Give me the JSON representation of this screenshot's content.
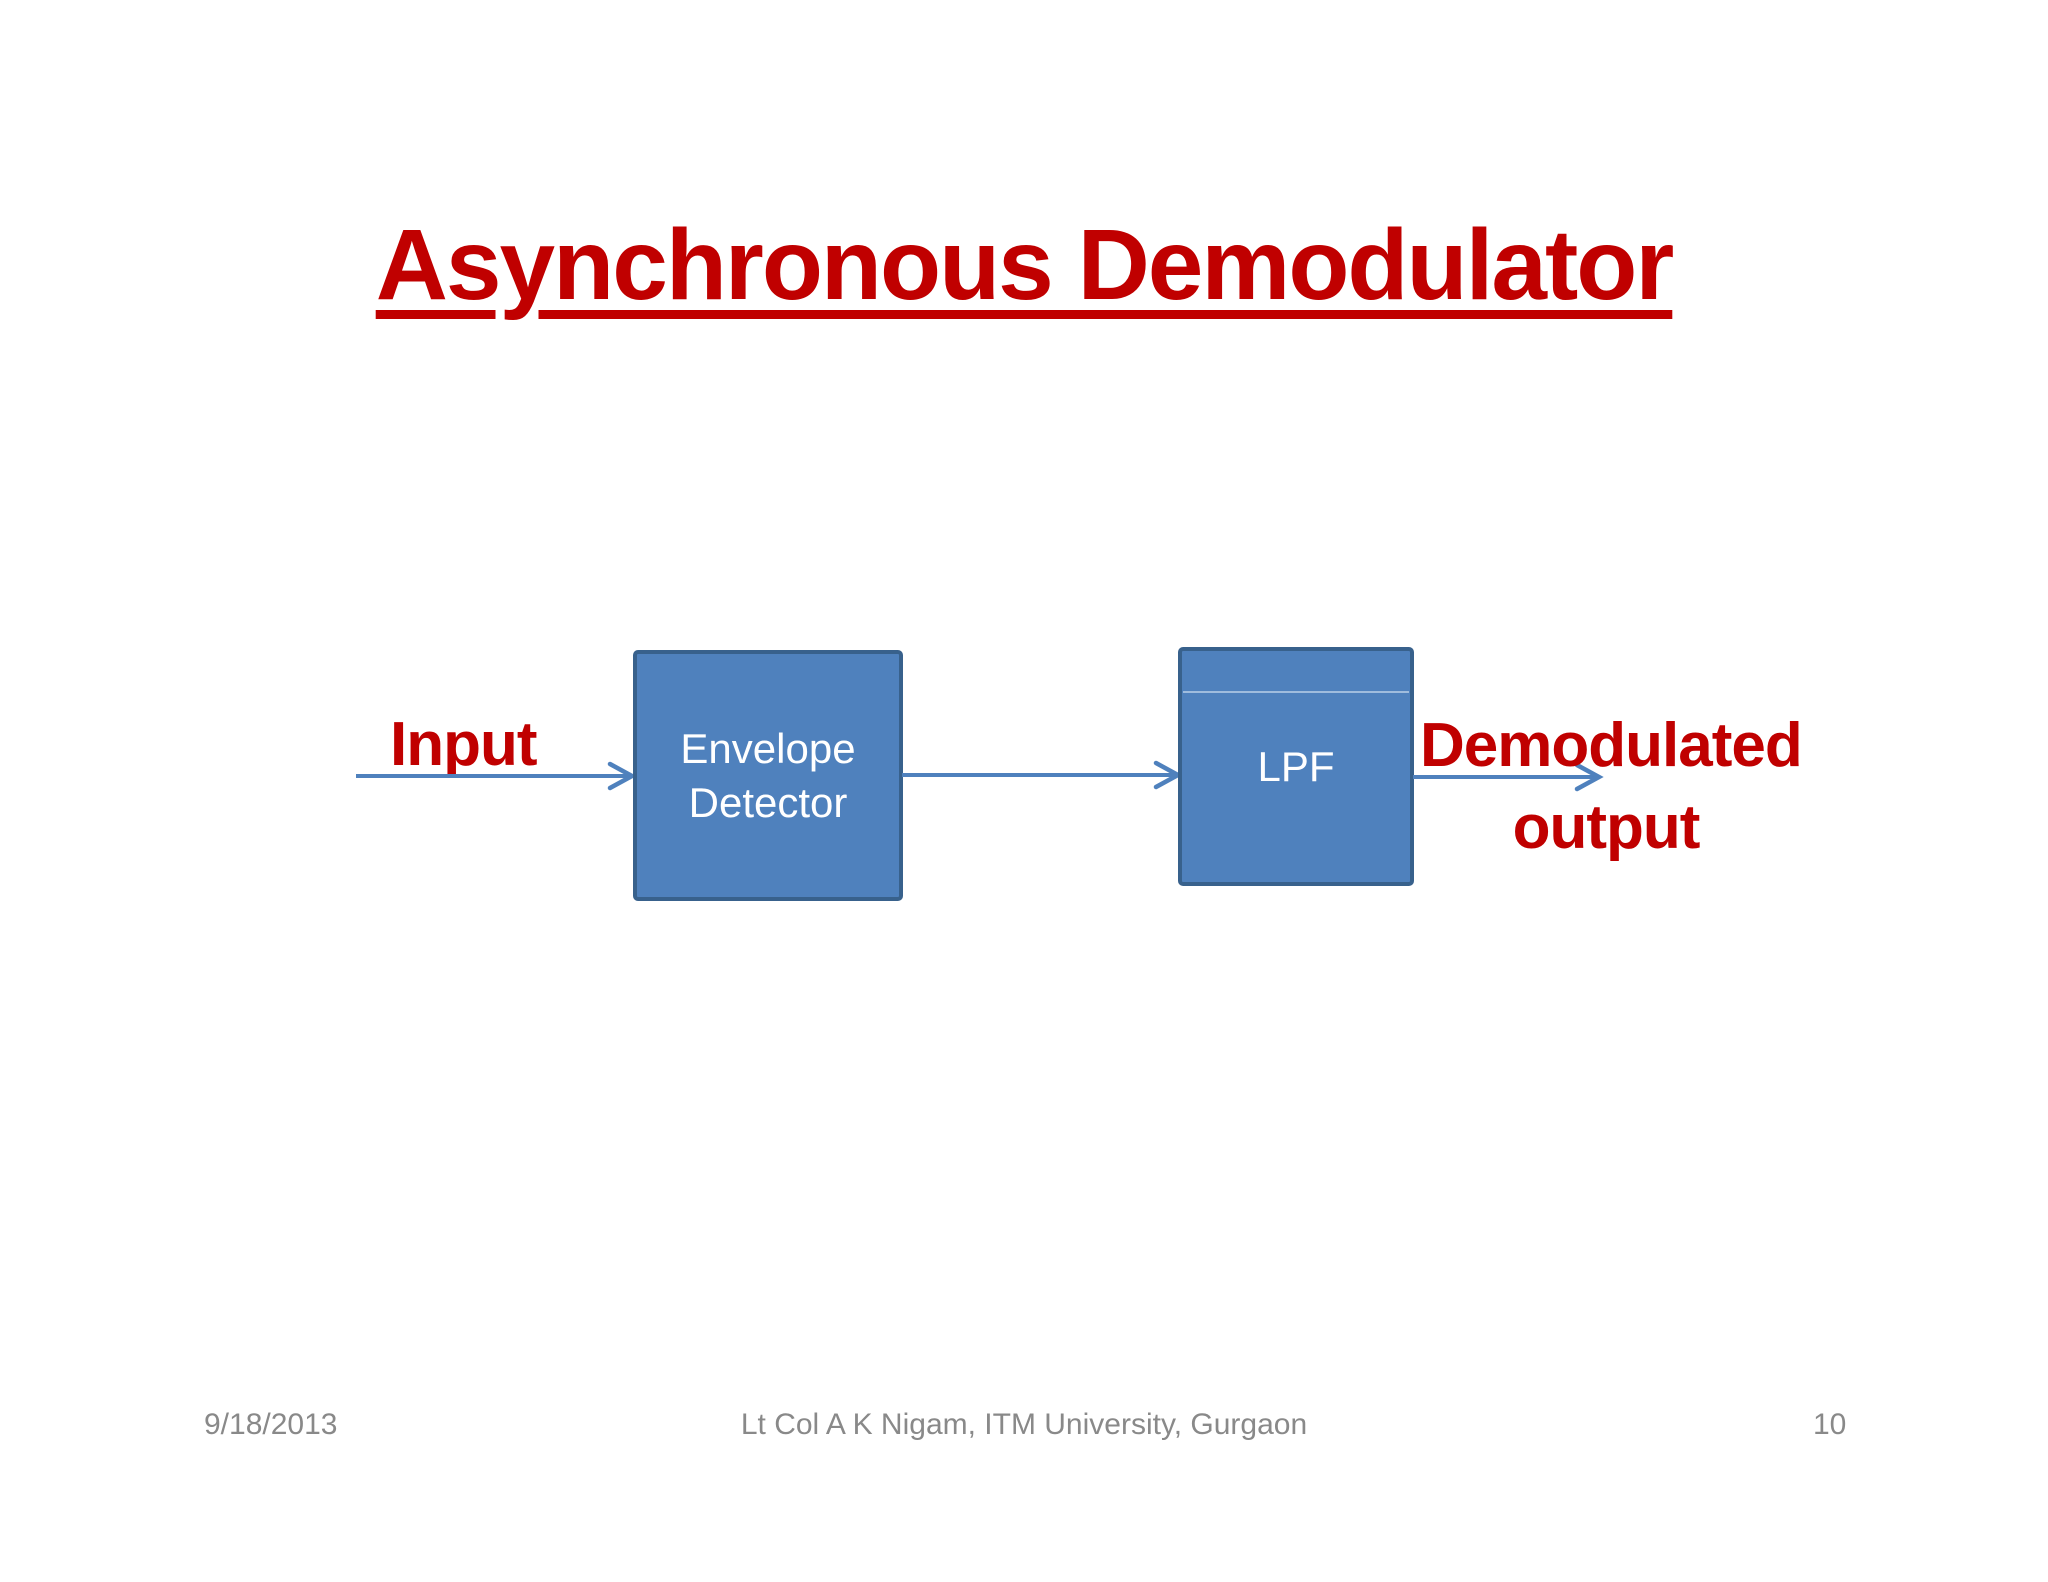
{
  "colors": {
    "accent_red": "#C00000",
    "box_fill": "#4F81BD",
    "box_border": "#38618C",
    "arrow": "#4F81BD",
    "divider_line": "#9FBCDD",
    "footer_gray": "#898989",
    "background": "#FFFFFF"
  },
  "title": "Asynchronous Demodulator",
  "diagram": {
    "input_label": "Input",
    "envelope_block": {
      "line1": "Envelope",
      "line2": "Detector"
    },
    "lpf_block": {
      "label": "LPF"
    },
    "output_label": {
      "line1": "Demodulated",
      "line2": "output"
    }
  },
  "footer": {
    "date": "9/18/2013",
    "credit": "Lt Col A K Nigam, ITM University, Gurgaon",
    "page_number": "10"
  }
}
